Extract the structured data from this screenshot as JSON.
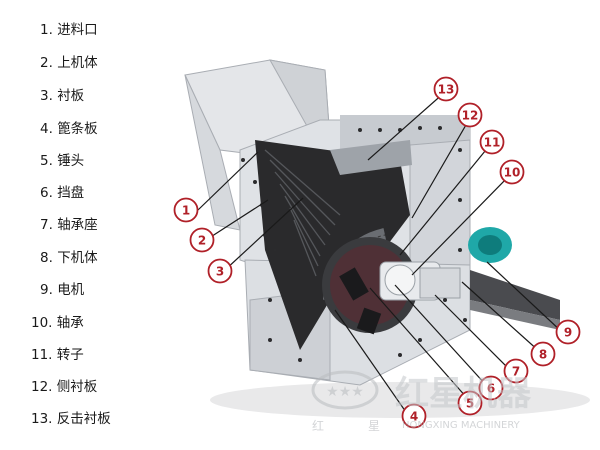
{
  "legend": [
    {
      "num": "1.",
      "label": "进料口"
    },
    {
      "num": "2.",
      "label": "上机体"
    },
    {
      "num": "3.",
      "label": "衬板"
    },
    {
      "num": "4.",
      "label": "篦条板"
    },
    {
      "num": "5.",
      "label": "锤头"
    },
    {
      "num": "6.",
      "label": "挡盘"
    },
    {
      "num": "7.",
      "label": "轴承座"
    },
    {
      "num": "8.",
      "label": "下机体"
    },
    {
      "num": "9.",
      "label": "电机"
    },
    {
      "num": "10.",
      "label": "轴承"
    },
    {
      "num": "11.",
      "label": "转子"
    },
    {
      "num": "12.",
      "label": "侧衬板"
    },
    {
      "num": "13.",
      "label": "反击衬板"
    }
  ],
  "callouts": [
    "1",
    "2",
    "3",
    "4",
    "5",
    "6",
    "7",
    "8",
    "9",
    "10",
    "11",
    "12",
    "13"
  ],
  "watermark": {
    "brand": "红星机器",
    "char_left": "红",
    "char_right": "星",
    "english": "HONGXING MACHINERY"
  },
  "colors": {
    "callout": "#b02028",
    "machine_light": "#e6e8eb",
    "machine_mid": "#c9ccd1",
    "machine_dark": "#2a2a2c",
    "motor": "#1fa8a8"
  }
}
